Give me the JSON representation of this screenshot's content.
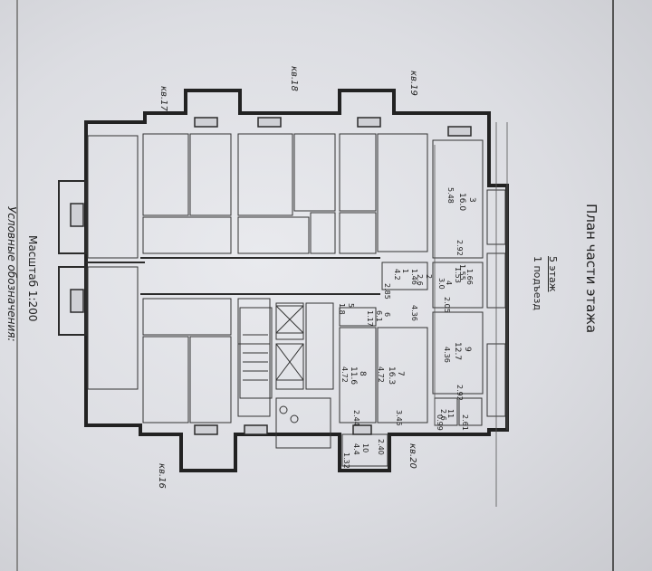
{
  "title": "План части этажа",
  "floor": "5 этаж",
  "entrance": "1 подъезд",
  "scale": "Масштаб 1:200",
  "legend": "Условные обозначения:",
  "apartments": [
    "кв.17",
    "кв.18",
    "кв.19",
    "кв.16",
    "кв.20"
  ],
  "rooms": {
    "r3": {
      "num": "3",
      "area": "16.0",
      "side": "5.48"
    },
    "r9": {
      "num": "9",
      "area": "12.7",
      "side": "4.36"
    },
    "r7": {
      "num": "7",
      "area": "16.3",
      "side": "4.72"
    },
    "r8": {
      "num": "8",
      "area": "11.6",
      "side": "4.72"
    },
    "r1": {
      "num": "1",
      "area": "4.2",
      "side": "1.46"
    },
    "r2": {
      "num": "2",
      "area": "2.6"
    },
    "r4": {
      "num": "4",
      "area": "3.0",
      "side": "1.53"
    },
    "r5": {
      "num": "5",
      "area": "1.8"
    },
    "r6": {
      "num": "6",
      "area": "6.1",
      "side": "1.17"
    },
    "r10": {
      "num": "10",
      "area": "4.4"
    },
    "r11": {
      "num": "11",
      "area": "2.6"
    }
  },
  "dimensions": [
    "2.92",
    "2.92",
    "2.44",
    "3.45",
    "2.40",
    "1.32",
    "4.36",
    "2.85",
    "1.66",
    "2.05",
    "0.99",
    "2.61",
    "1.55"
  ]
}
